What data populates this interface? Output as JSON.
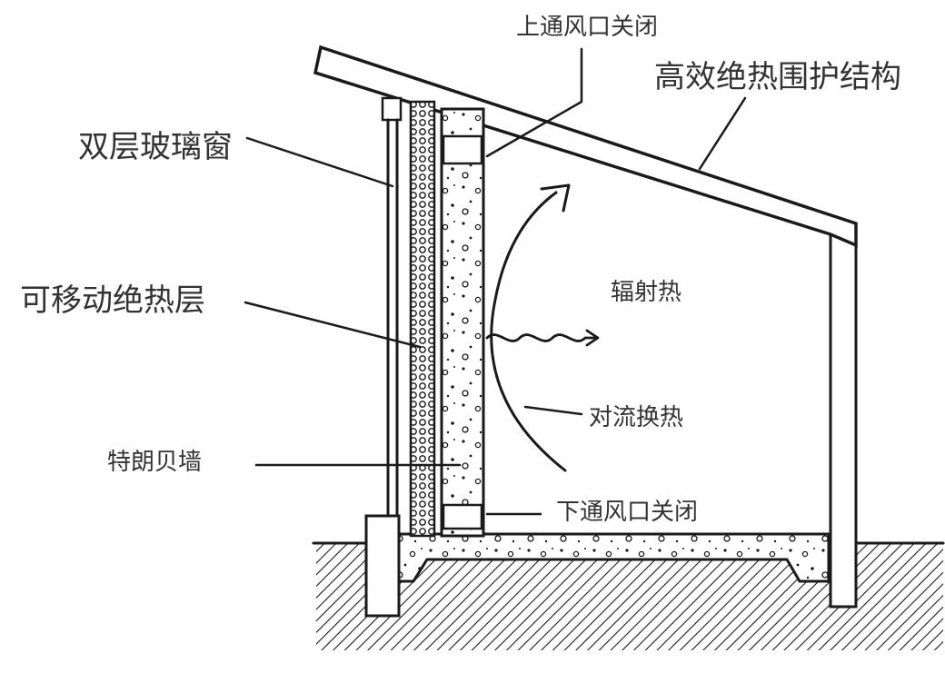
{
  "labels": {
    "upper_vent": "上通风口关闭",
    "envelope": "高效绝热围护结构",
    "double_glazing": "双层玻璃窗",
    "movable_insulation": "可移动绝热层",
    "radiant_heat": "辐射热",
    "convection": "对流换热",
    "trombe_wall": "特朗贝墙",
    "lower_vent": "下通风口关闭"
  }
}
